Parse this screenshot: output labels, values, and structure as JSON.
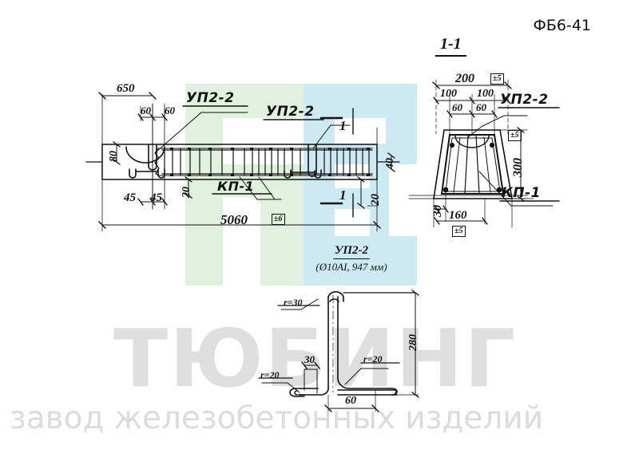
{
  "sheet": {
    "title": "ФБ6-41",
    "background": "#ffffff",
    "ink_color": "#111111"
  },
  "watermark": {
    "big_text": "ТЮБИНГ",
    "sub_text": "завод железобетонных изделий",
    "text_color": "#dedede",
    "green": "#e2f0e0",
    "blue": "#cde9f4"
  },
  "plan_view": {
    "name": "plan-elevation-view",
    "dims": {
      "overall_left": "650",
      "left_a": "60",
      "left_b": "60",
      "loop_height": "80",
      "bottom_a": "45",
      "bottom_b": "45",
      "edge_offset": "20",
      "total_length": "5060",
      "total_tol": "±6",
      "right_top": "40",
      "right_bottom": "20"
    },
    "labels": {
      "up_left": "УП2-2",
      "up_right": "УП2-2",
      "kp": "КП-1",
      "section_top": "1",
      "section_bottom": "1"
    }
  },
  "section_view": {
    "name": "section-1-1",
    "title": "1-1",
    "dims": {
      "width_total": "200",
      "width_tol": "±5",
      "half_a": "100",
      "half_b": "100",
      "inner_a": "60",
      "inner_b": "60",
      "height": "300",
      "height_tol": "±5",
      "base_offset": "30",
      "base_width": "160",
      "base_tol": "±5"
    },
    "labels": {
      "up": "УП2-2",
      "kp": "КП-1"
    }
  },
  "detail_view": {
    "name": "detail-up2-2",
    "title": "УП2-2",
    "subtitle": "(Ø10AI, 947 мм)",
    "dims": {
      "radius_top": "r=30",
      "radius_left": "r=20",
      "radius_right": "r=20",
      "width_left": "30",
      "width_right": "60",
      "height": "280"
    }
  }
}
